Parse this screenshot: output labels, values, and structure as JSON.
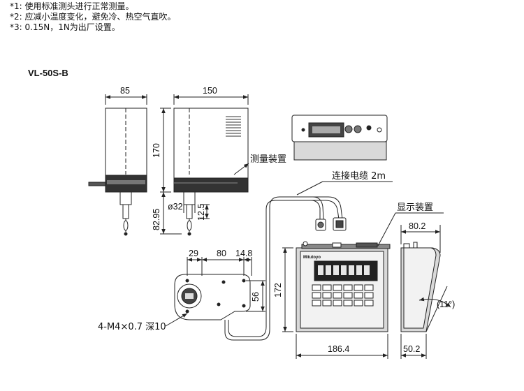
{
  "notes": [
    "*1: 使用标准测头进行正常测量。",
    "*2: 应减小温度变化，避免冷、热空气直吹。",
    "*3: 0.15N，1N为出厂设置。"
  ],
  "model": "VL-50S-B",
  "dimensions": {
    "d85": "85",
    "d150": "150",
    "d170": "170",
    "d82_95": "82.95",
    "d32": "ø32",
    "d12_5": "12.5",
    "d29": "29",
    "d80": "80",
    "d14_8": "14.8",
    "d56": "56",
    "d172": "172",
    "d186_4": "186.4",
    "d80_2": "80.2",
    "d50_2": "50.2",
    "angle": "(11°)"
  },
  "labels": {
    "measuring_unit": "测量装置",
    "cable": "连接电缆 2m",
    "display_unit": "显示装置",
    "holes": "4-M4×0.7 深10",
    "brand": "Mitutoyo"
  },
  "colors": {
    "line": "#222222",
    "gray_fill": "#d9d9d9",
    "light_fill": "#f2f2f2",
    "dark_fill": "#333333"
  }
}
